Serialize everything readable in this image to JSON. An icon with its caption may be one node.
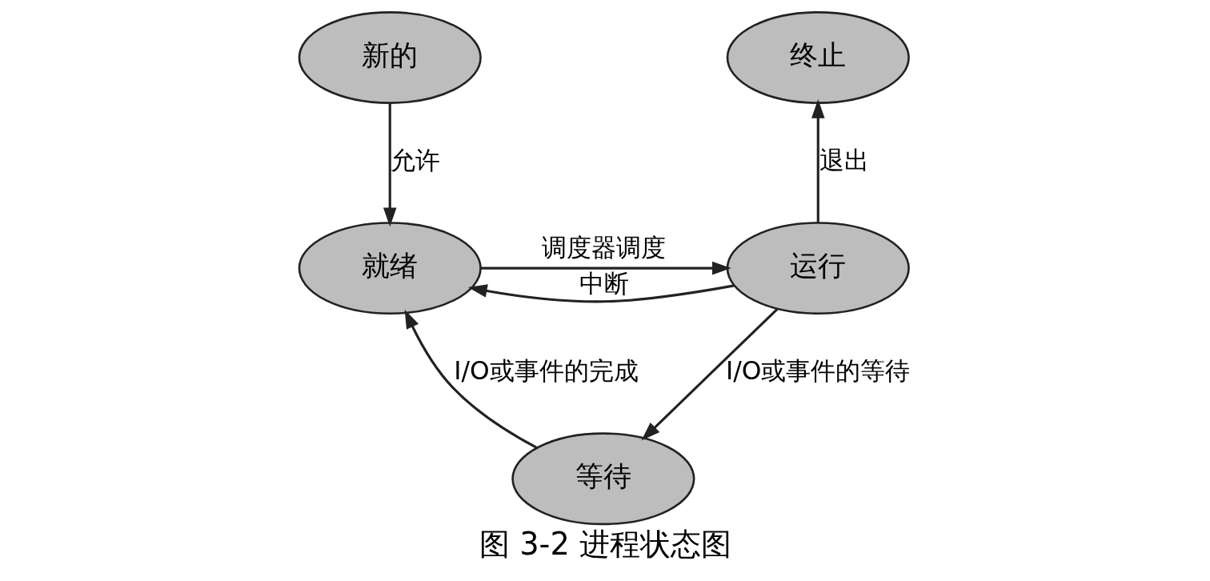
{
  "diagram": {
    "caption": "图 3-2 进程状态图",
    "nodes": [
      {
        "text": [
          "新的"
        ]
      },
      {
        "text": [
          "就绪"
        ]
      },
      {
        "text": [
          "运行"
        ]
      },
      {
        "text": [
          "终止"
        ]
      },
      {
        "text": [
          "等待"
        ]
      }
    ],
    "edges": [
      {
        "from": 0,
        "to": 1,
        "arrow": "to",
        "label": "允许"
      },
      {
        "from": 2,
        "to": 1,
        "arrow": "to",
        "label": "中断"
      },
      {
        "from": 2,
        "to": 3,
        "arrow": "to",
        "label": "退出"
      },
      {
        "from": 1,
        "to": 2,
        "arrow": "to",
        "label": "调度器调度"
      },
      {
        "from": 2,
        "to": 4,
        "arrow": "to",
        "label": "I/O或事件的等待"
      },
      {
        "from": 4,
        "to": 1,
        "arrow": "to",
        "label": "I/O或事件的完成"
      }
    ]
  }
}
